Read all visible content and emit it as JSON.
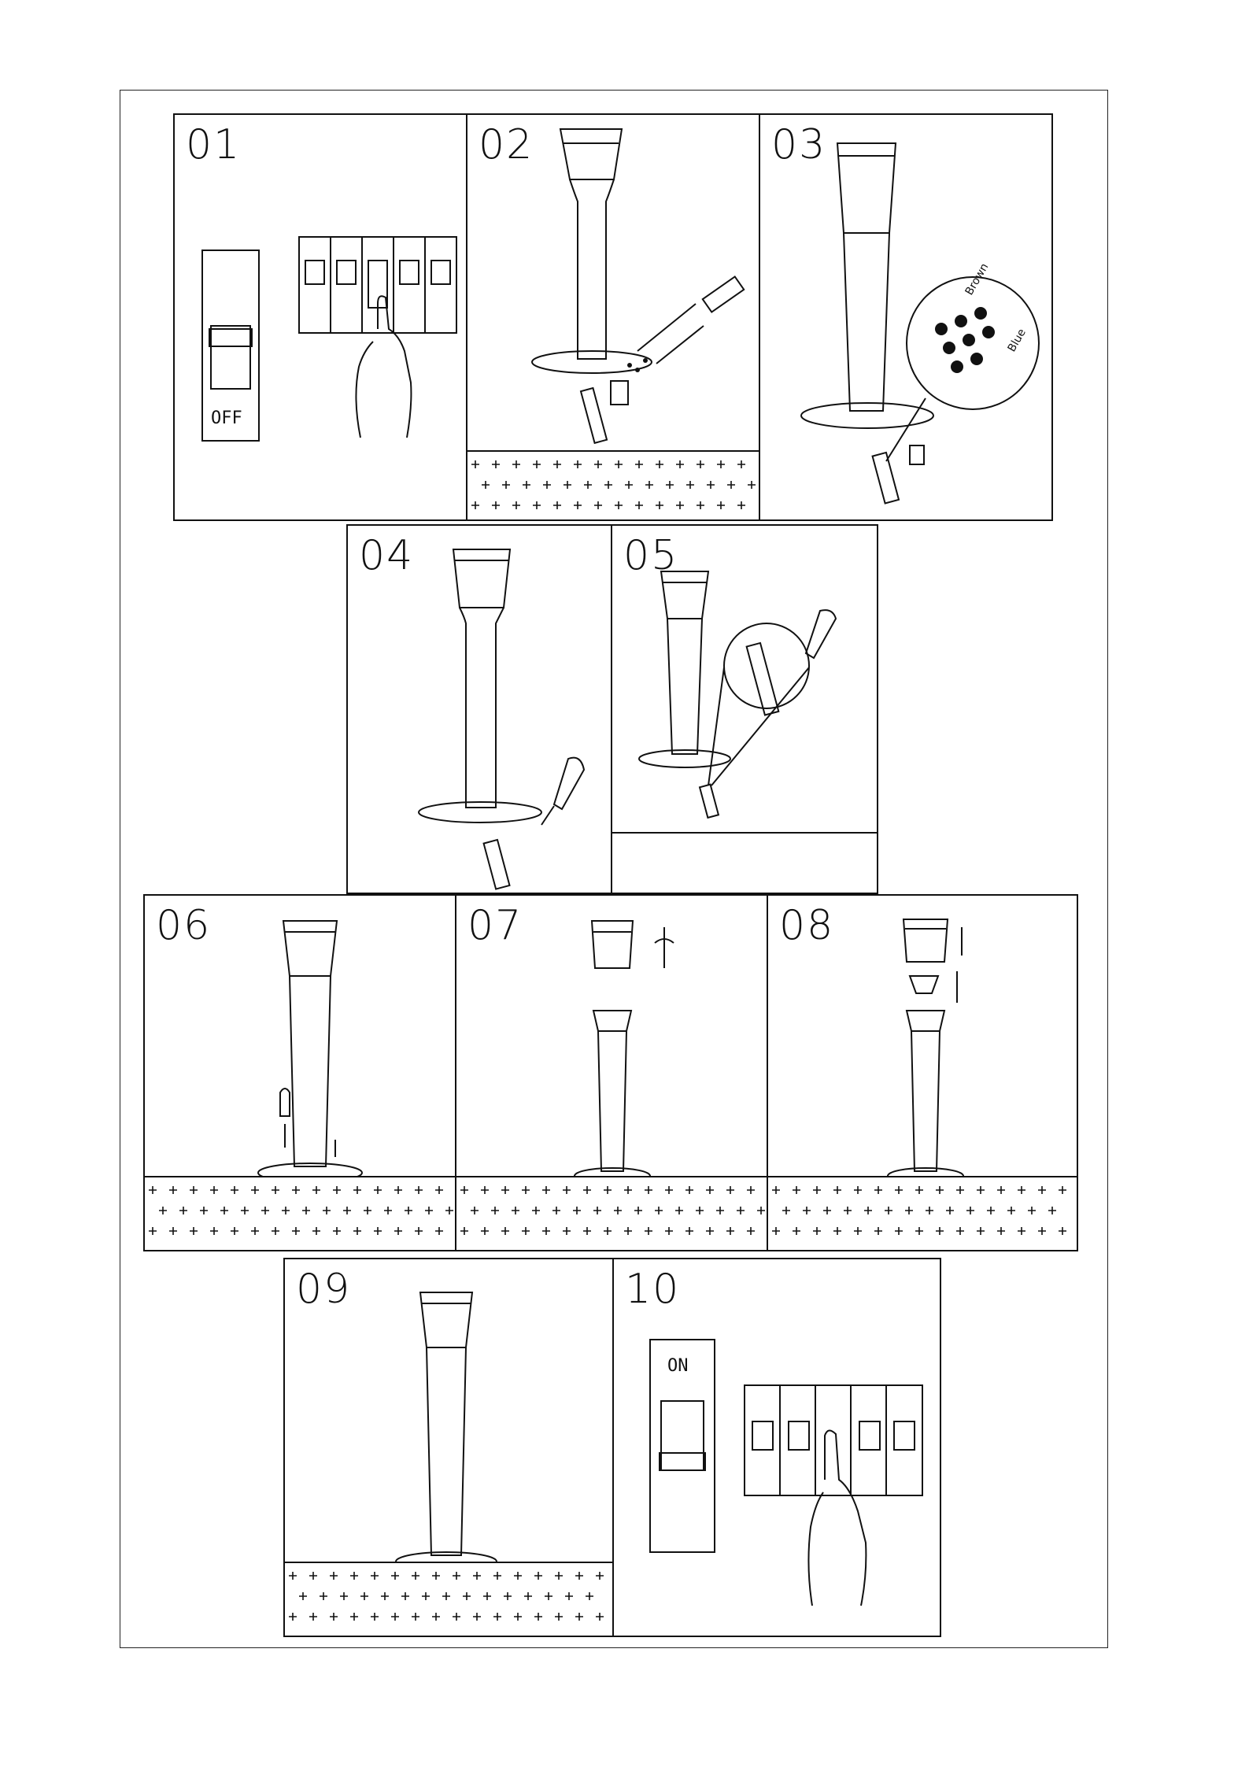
{
  "steps": [
    {
      "number": "01",
      "switch_label": "OFF"
    },
    {
      "number": "02"
    },
    {
      "number": "03",
      "wire_labels": [
        "Brown",
        "Blue"
      ]
    },
    {
      "number": "04"
    },
    {
      "number": "05"
    },
    {
      "number": "06"
    },
    {
      "number": "07"
    },
    {
      "number": "08"
    },
    {
      "number": "09"
    },
    {
      "number": "10",
      "switch_label": "ON"
    }
  ]
}
